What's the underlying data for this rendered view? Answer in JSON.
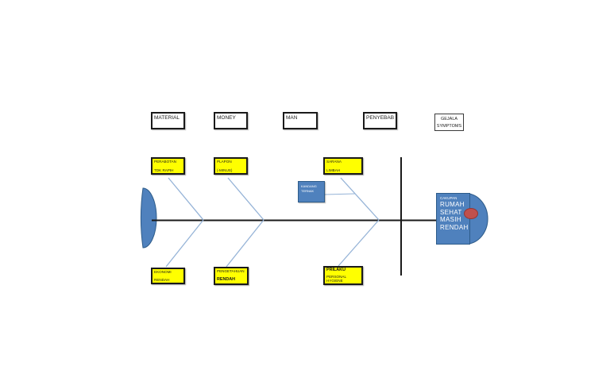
{
  "diagram": {
    "type": "fishbone-ishikawa",
    "colors": {
      "background": "#FFFFFF",
      "cause_box_fill": "#FFFF00",
      "blue_fill": "#4F81BD",
      "blue_border": "#2E5C8A",
      "eye_fill": "#C0504D",
      "eye_border": "#943634",
      "branch_line": "#95B3D7",
      "spine_line": "#1A1A1A"
    },
    "category_labels": [
      "MATERIAL",
      "MONEY",
      "MAN",
      "PENYEBAB"
    ],
    "symptom_label": {
      "line1": "GEJALA",
      "line2": "SYMPTOMS"
    },
    "top_causes": [
      {
        "line1": "PERABOTAN",
        "line2": "TDK RAPIH"
      },
      {
        "line1": "PLAPON",
        "line2": "(-MINUS)"
      },
      {
        "line1": "SARANA",
        "line2": "LIMBAH"
      }
    ],
    "bottom_causes": [
      {
        "line1": "EKONOMI",
        "line2": "RENDAH"
      },
      {
        "line1": "PENGETAHUAN",
        "line2": "RENDAH"
      },
      {
        "line1": "PRILAKU",
        "line2": "PERSONAL HYGIENE"
      }
    ],
    "sub_cause": {
      "line1": "KANDANG",
      "line2": "TERNAK"
    },
    "effect_head": {
      "caption": "CAKUPAN",
      "line1": "RUMAH",
      "line2": "SEHAT",
      "line3": "MASIH",
      "line4": "RENDAH"
    }
  }
}
